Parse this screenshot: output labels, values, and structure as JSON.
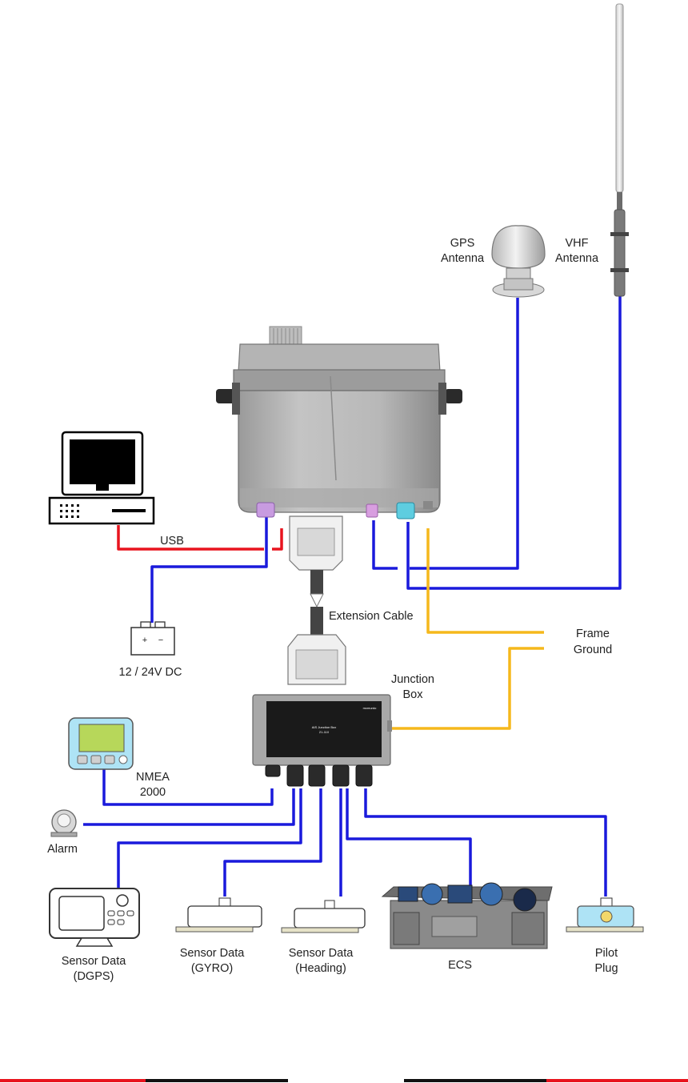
{
  "labels": {
    "gps_antenna": [
      "GPS",
      "Antenna"
    ],
    "vhf_antenna": [
      "VHF",
      "Antenna"
    ],
    "usb": "USB",
    "extension_cable": "Extension Cable",
    "frame_ground": [
      "Frame",
      "Ground"
    ],
    "power": "12 / 24V DC",
    "junction_box": [
      "Junction",
      "Box"
    ],
    "nmea2000": [
      "NMEA",
      "2000"
    ],
    "alarm": "Alarm",
    "sensor_dgps": [
      "Sensor Data",
      "(DGPS)"
    ],
    "sensor_gyro": [
      "Sensor Data",
      "(GYRO)"
    ],
    "sensor_heading": [
      "Sensor Data",
      "(Heading)"
    ],
    "ecs": "ECS",
    "pilot_plug": [
      "Pilot",
      "Plug"
    ],
    "junction_box_face": [
      "AIS Junction Box",
      "21-110",
      "mcmurdo"
    ]
  },
  "battery_signs": [
    "+",
    "−"
  ],
  "colors": {
    "data_cable": "#1a1adc",
    "usb_cable": "#e8141e",
    "ground_cable": "#f5b81c",
    "footer_red": "#e8141e",
    "footer_black": "#111111"
  }
}
